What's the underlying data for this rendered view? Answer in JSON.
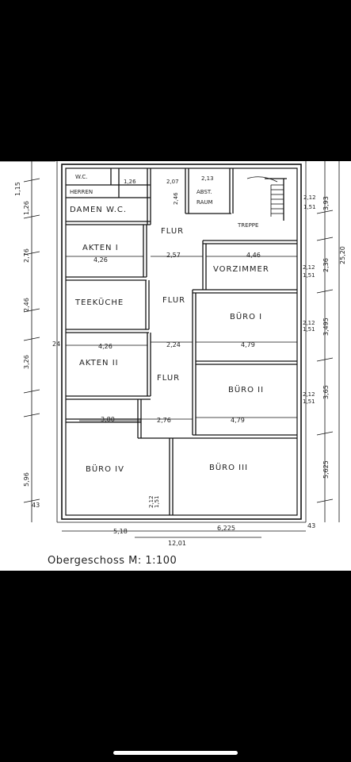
{
  "plan": {
    "caption": "Obergeschoss M: 1:100",
    "rooms": {
      "wc_herren_wc": "W.C.",
      "wc_herren": "HERREN",
      "damen_wc": "DAMEN W.C.",
      "abstellraum_1": "ABST.",
      "abstellraum_2": "RAUM",
      "treppe": "TREPPE",
      "flur_1": "FLUR",
      "flur_2": "FLUR",
      "flur_3": "FLUR",
      "akten_1": "AKTEN I",
      "akten_2": "AKTEN II",
      "teekueche": "TEEKÜCHE",
      "vorzimmer": "VORZIMMER",
      "buero_1": "BÜRO I",
      "buero_2": "BÜRO II",
      "buero_3": "BÜRO III",
      "buero_4": "BÜRO IV"
    },
    "dims": {
      "d_akten1": "4,26",
      "d_flur_a": "2,57",
      "d_vorz": "4,46",
      "d_akten2": "4,26",
      "d_flur_b": "2,24",
      "d_buero1": "4,79",
      "d_buero2": "4,79",
      "d_flur_c": "2,76",
      "d_buero4": "3,80",
      "d_bottom_left": "5,18",
      "d_bottom_right": "6,225",
      "d_total": "12,01",
      "d_bottom_43": "43",
      "d_left_43": "43",
      "d_24": "24",
      "d_126": "1,26",
      "d_207": "2,07",
      "d_213": "2,13",
      "d_246": "2,46",
      "d_right_total": "25,20",
      "d_right_393": "3,93",
      "d_right_236": "2,36",
      "d_right_349": "3,495",
      "d_right_365": "3,65",
      "d_right_562": "5,625",
      "d_left_596": "5,96",
      "d_left_326": "3,26",
      "d_left_246": "2,46",
      "d_left_276": "2,76",
      "d_left_126": "1,26",
      "d_left_115": "1,15",
      "d_door_212a": "2,12",
      "d_door_151a": "1,51",
      "d_door_212b": "2,12",
      "d_door_151b": "1,51",
      "d_door_212c": "2,12",
      "d_door_151c": "1,51",
      "d_door_212d": "2,12",
      "d_door_151d": "1,51",
      "d_door_212e": "2,12",
      "d_door_151e": "1,51"
    }
  }
}
